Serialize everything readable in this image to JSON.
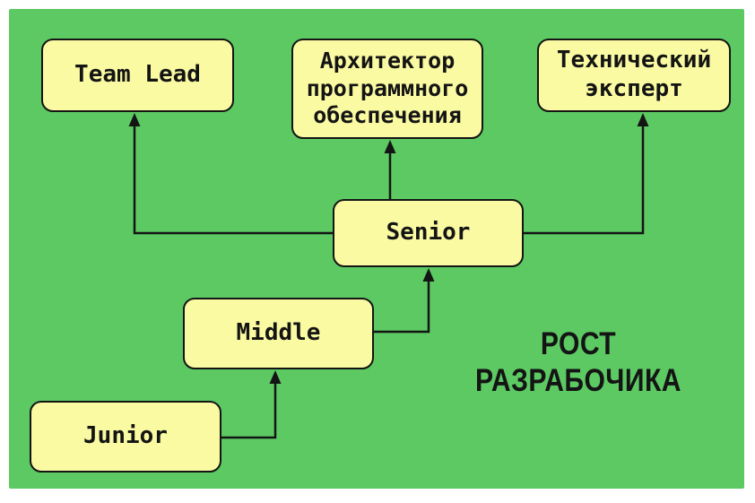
{
  "canvas": {
    "background": "#ffffff",
    "board_color": "#5cc963",
    "node_fill": "#fafaa2",
    "node_border": "#141414",
    "line_color": "#141414",
    "text_color": "#141414"
  },
  "title": {
    "line1": "РОСТ",
    "line2": "РАЗРАБОЧИКА"
  },
  "nodes": [
    {
      "id": "team-lead",
      "label": "Team Lead"
    },
    {
      "id": "architect",
      "label": "Архитектор программного обеспечения"
    },
    {
      "id": "tech-expert",
      "label": "Технический эксперт"
    },
    {
      "id": "senior",
      "label": "Senior"
    },
    {
      "id": "middle",
      "label": "Middle"
    },
    {
      "id": "junior",
      "label": "Junior"
    }
  ],
  "edges": [
    {
      "from": "junior",
      "to": "middle"
    },
    {
      "from": "middle",
      "to": "senior"
    },
    {
      "from": "senior",
      "to": "team-lead"
    },
    {
      "from": "senior",
      "to": "architect"
    },
    {
      "from": "senior",
      "to": "tech-expert"
    }
  ]
}
